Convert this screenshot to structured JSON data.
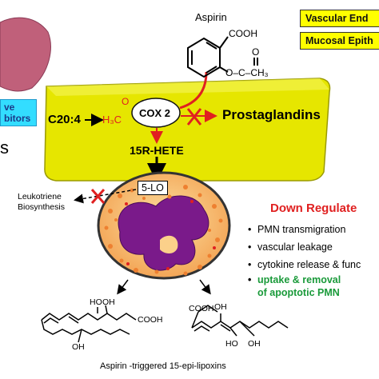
{
  "header": {
    "box1": "Vascular End",
    "box2": "Mucosal Epith"
  },
  "side_box": {
    "line1": "ve",
    "line2": "bitors"
  },
  "side_letter": "s",
  "aspirin": {
    "name": "Aspirin",
    "cooh": "COOH",
    "acetyl": "O–C–CH₃",
    "carbonyl_o": "O"
  },
  "membrane": {
    "substrate": "C20:4",
    "acetyl_group": "H₃C",
    "acetyl_o": "O",
    "enzyme": "COX 2",
    "product": "15R-HETE"
  },
  "prostaglandins": "Prostaglandins",
  "five_lo": "5-LO",
  "leukotriene": {
    "line1": "Leukotriene",
    "line2": "Biosynthesis"
  },
  "down_regulate": {
    "title": "Down Regulate",
    "items": [
      "PMN transmigration",
      "vascular leakage",
      "cytokine release & func"
    ],
    "highlight_line1": "uptake & removal",
    "highlight_line2": "of apoptotic PMN"
  },
  "structures": {
    "left_oh_top1": "HO",
    "left_oh_top2": "OH",
    "left_cooh": "COOH",
    "left_oh_bottom": "OH",
    "right_oh_top": "OH",
    "right_cooh": "COOH",
    "right_ho_bottom": "HO",
    "right_oh_bottom": "OH"
  },
  "caption": "Aspirin -triggered 15-epi-lipoxins",
  "colors": {
    "yellow_box": "#ffff00",
    "membrane": "#e6e600",
    "red": "#e02020",
    "green": "#1a9a3a",
    "cyan": "#33ddff",
    "cell_orange": "#f7b766",
    "nucleus": "#7a1a8a"
  }
}
